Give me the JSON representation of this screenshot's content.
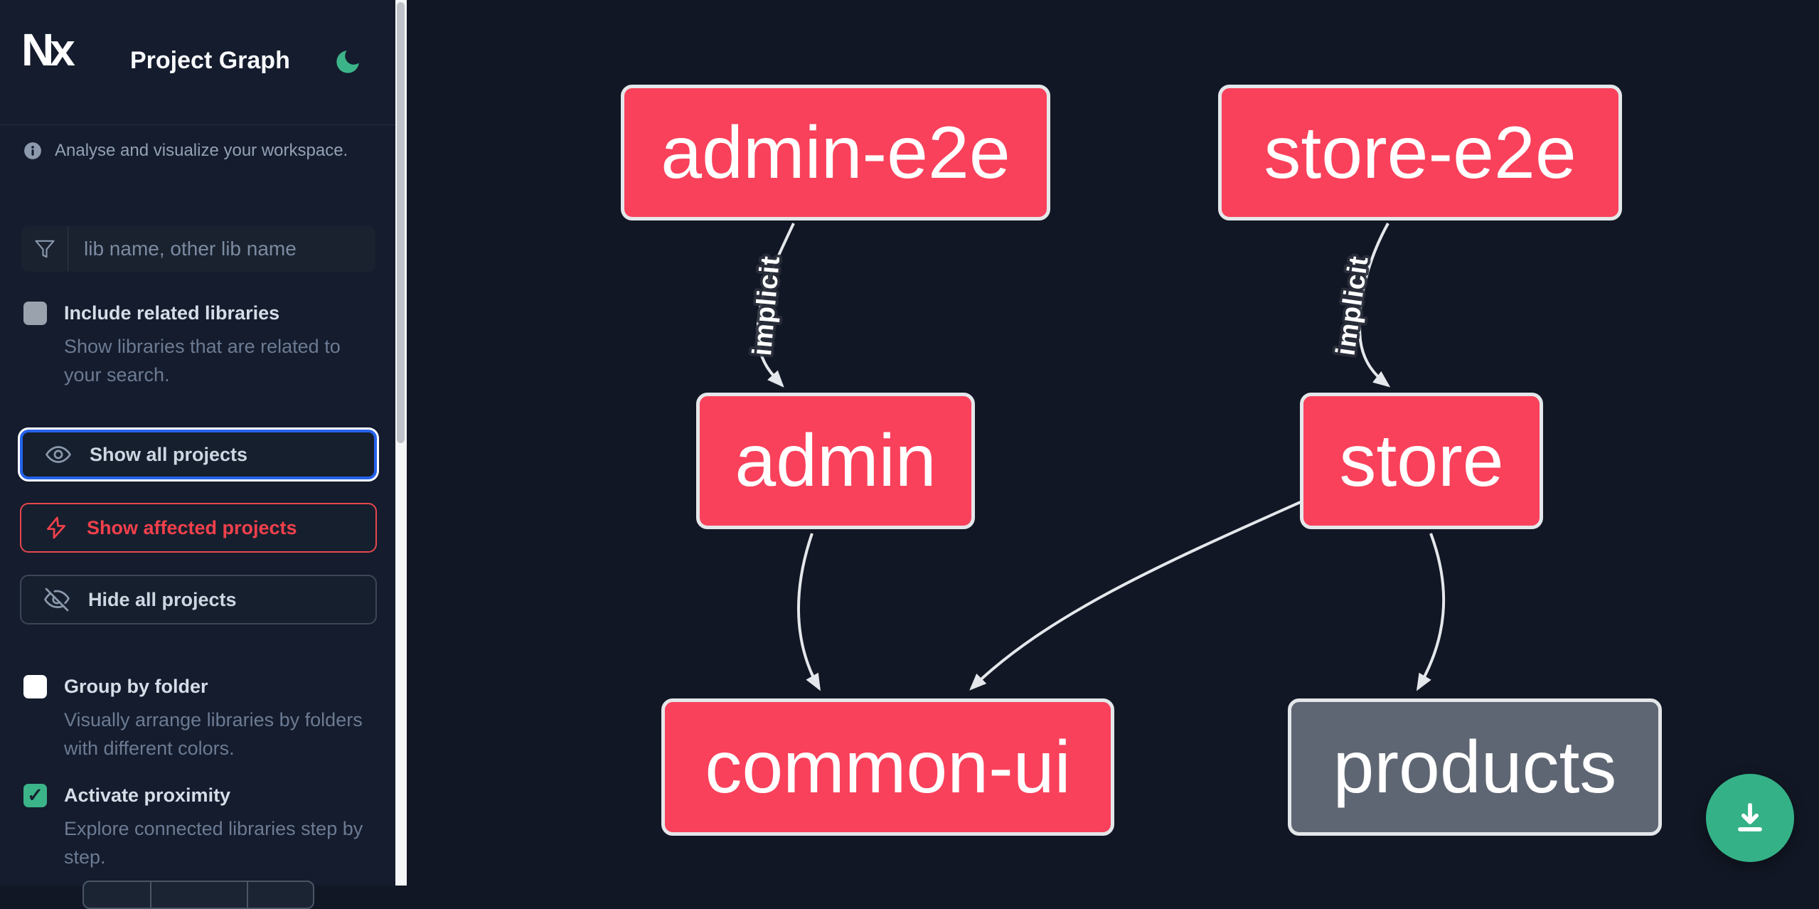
{
  "app": {
    "logo_text": "Nx",
    "title": "Project Graph"
  },
  "sidebar": {
    "tagline": "Analyse and visualize your workspace.",
    "filter": {
      "placeholder": "lib name, other lib name"
    },
    "include_related": {
      "label": "Include related libraries",
      "description": "Show libraries that are related to your search.",
      "checked": false
    },
    "actions": {
      "show_all": "Show all projects",
      "show_affected": "Show affected projects",
      "hide_all": "Hide all projects"
    },
    "group_by_folder": {
      "label": "Group by folder",
      "description": "Visually arrange libraries by folders with different colors.",
      "checked": false
    },
    "activate_proximity": {
      "label": "Activate proximity",
      "description": "Explore connected libraries step by step.",
      "checked": true
    }
  },
  "icons": {
    "checkmark": "✓"
  },
  "graph": {
    "nodes": {
      "admin_e2e": {
        "label": "admin-e2e",
        "color": "#f9415b"
      },
      "store_e2e": {
        "label": "store-e2e",
        "color": "#f9415b"
      },
      "admin": {
        "label": "admin",
        "color": "#f9415b"
      },
      "store": {
        "label": "store",
        "color": "#f9415b"
      },
      "common_ui": {
        "label": "common-ui",
        "color": "#f9415b"
      },
      "products": {
        "label": "products",
        "color": "#5f6673"
      }
    },
    "edges": {
      "admin_e2e_to_admin": {
        "source": "admin-e2e",
        "target": "admin",
        "label": "implicit"
      },
      "store_e2e_to_store": {
        "source": "store-e2e",
        "target": "store",
        "label": "implicit"
      },
      "admin_to_common_ui": {
        "source": "admin",
        "target": "common-ui",
        "label": ""
      },
      "store_to_common_ui": {
        "source": "store",
        "target": "common-ui",
        "label": ""
      },
      "store_to_products": {
        "source": "store",
        "target": "products",
        "label": ""
      }
    }
  },
  "colors": {
    "accent_green": "#3cb489",
    "node_pink": "#f9415b",
    "node_gray": "#5f6673",
    "affected_red": "#f1404b",
    "focus_blue": "#2563eb",
    "sidebar_background": "#141c2d",
    "canvas_background": "#111724"
  }
}
